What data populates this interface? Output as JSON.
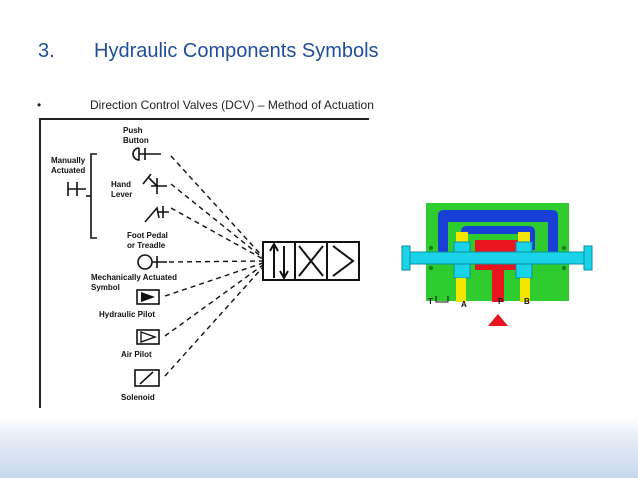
{
  "slide": {
    "number": "3.",
    "title": "Hydraulic Components Symbols",
    "bullet": "•",
    "subtitle": "Direction Control Valves (DCV) – Method of Actuation"
  },
  "actuation_diagram": {
    "group_label_line1": "Manually",
    "group_label_line2": "Actuated",
    "labels": {
      "push_button_1": "Push",
      "push_button_2": "Button",
      "hand_lever_1": "Hand",
      "hand_lever_2": "Lever",
      "foot_pedal_1": "Foot Pedal",
      "foot_pedal_2": "or Treadle",
      "mechanical_1": "Mechanically Actuated",
      "mechanical_2": "Symbol",
      "hydraulic_pilot": "Hydraulic Pilot",
      "air_pilot": "Air Pilot",
      "solenoid": "Solenoid"
    }
  },
  "valve_cutaway": {
    "ports": {
      "t": "T",
      "a": "A",
      "p": "P",
      "b": "B"
    },
    "colors": {
      "body": "#2ecc2e",
      "channel": "#1a3fd6",
      "spool": "#19d4e8",
      "pressure": "#e8141e",
      "port_yellow": "#f2e600"
    }
  }
}
